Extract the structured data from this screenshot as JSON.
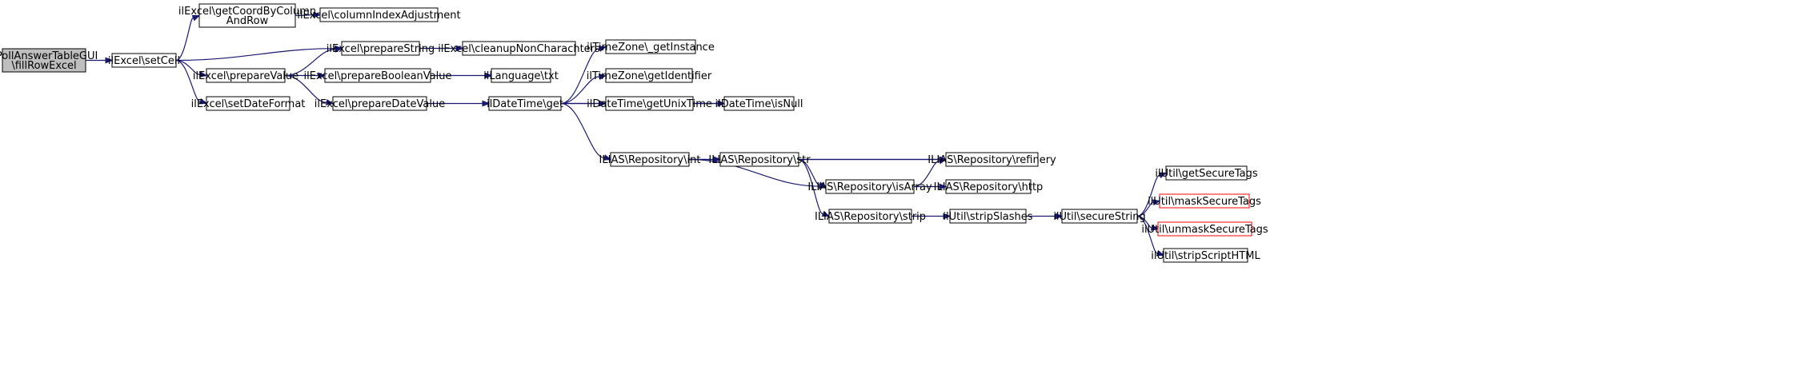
{
  "colors": {
    "edge": "#191970",
    "root_fill": "#bfbfbf",
    "node_stroke": "#000000",
    "truncated_stroke": "#ff0000",
    "node_fill": "#ffffff"
  },
  "nodes": [
    {
      "id": "fillRowExcel",
      "lines": [
        "ilPollAnswerTableGUI",
        "\\fillRowExcel"
      ],
      "kind": "root"
    },
    {
      "id": "setCell",
      "lines": [
        "ilExcel\\setCell"
      ]
    },
    {
      "id": "getCoordByColumnAndRow",
      "lines": [
        "ilExcel\\getCoordByColumn",
        "AndRow"
      ]
    },
    {
      "id": "prepareString",
      "lines": [
        "ilExcel\\prepareString"
      ]
    },
    {
      "id": "prepareValue",
      "lines": [
        "ilExcel\\prepareValue"
      ]
    },
    {
      "id": "setDateFormat",
      "lines": [
        "ilExcel\\setDateFormat"
      ]
    },
    {
      "id": "columnIndexAdjustment",
      "lines": [
        "ilExcel\\columnIndexAdjustment"
      ]
    },
    {
      "id": "cleanupNonCharachters",
      "lines": [
        "ilExcel\\cleanupNonCharachters"
      ]
    },
    {
      "id": "prepareBooleanValue",
      "lines": [
        "ilExcel\\prepareBooleanValue"
      ]
    },
    {
      "id": "prepareDateValue",
      "lines": [
        "ilExcel\\prepareDateValue"
      ]
    },
    {
      "id": "languageTxt",
      "lines": [
        "ilLanguage\\txt"
      ]
    },
    {
      "id": "dateTimeGet",
      "lines": [
        "ilDateTime\\get"
      ]
    },
    {
      "id": "tzGetInstance",
      "lines": [
        "ilTimeZone\\_getInstance"
      ]
    },
    {
      "id": "tzGetIdentifier",
      "lines": [
        "ilTimeZone\\getIdentifier"
      ]
    },
    {
      "id": "getUnixTime",
      "lines": [
        "ilDateTime\\getUnixTime"
      ]
    },
    {
      "id": "isNull",
      "lines": [
        "ilDateTime\\isNull"
      ]
    },
    {
      "id": "repoInt",
      "lines": [
        "ILIAS\\Repository\\int"
      ]
    },
    {
      "id": "repoStr",
      "lines": [
        "ILIAS\\Repository\\str"
      ]
    },
    {
      "id": "repoRefinery",
      "lines": [
        "ILIAS\\Repository\\refinery"
      ]
    },
    {
      "id": "repoIsArray",
      "lines": [
        "ILIAS\\Repository\\isArray"
      ]
    },
    {
      "id": "repoHttp",
      "lines": [
        "ILIAS\\Repository\\http"
      ]
    },
    {
      "id": "repoStrip",
      "lines": [
        "ILIAS\\Repository\\strip"
      ]
    },
    {
      "id": "stripSlashes",
      "lines": [
        "ilUtil\\stripSlashes"
      ]
    },
    {
      "id": "secureString",
      "lines": [
        "ilUtil\\secureString"
      ]
    },
    {
      "id": "getSecureTags",
      "lines": [
        "ilUtil\\getSecureTags"
      ]
    },
    {
      "id": "maskSecureTags",
      "lines": [
        "ilUtil\\maskSecureTags"
      ],
      "kind": "truncated"
    },
    {
      "id": "unmaskSecureTags",
      "lines": [
        "ilUtil\\unmaskSecureTags"
      ],
      "kind": "truncated"
    },
    {
      "id": "stripScriptHTML",
      "lines": [
        "ilUtil\\stripScriptHTML"
      ]
    }
  ],
  "edges": [
    [
      "fillRowExcel",
      "setCell"
    ],
    [
      "setCell",
      "getCoordByColumnAndRow"
    ],
    [
      "setCell",
      "prepareString"
    ],
    [
      "setCell",
      "prepareValue"
    ],
    [
      "setCell",
      "setDateFormat"
    ],
    [
      "getCoordByColumnAndRow",
      "columnIndexAdjustment"
    ],
    [
      "prepareString",
      "cleanupNonCharachters"
    ],
    [
      "prepareValue",
      "prepareString"
    ],
    [
      "prepareValue",
      "prepareBooleanValue"
    ],
    [
      "prepareValue",
      "prepareDateValue"
    ],
    [
      "prepareBooleanValue",
      "languageTxt"
    ],
    [
      "prepareDateValue",
      "dateTimeGet"
    ],
    [
      "dateTimeGet",
      "tzGetInstance"
    ],
    [
      "dateTimeGet",
      "tzGetIdentifier"
    ],
    [
      "dateTimeGet",
      "getUnixTime"
    ],
    [
      "dateTimeGet",
      "isNull"
    ],
    [
      "dateTimeGet",
      "repoInt"
    ],
    [
      "getUnixTime",
      "isNull"
    ],
    [
      "repoInt",
      "repoStr"
    ],
    [
      "repoInt",
      "repoRefinery"
    ],
    [
      "repoInt",
      "repoIsArray"
    ],
    [
      "repoStr",
      "repoRefinery"
    ],
    [
      "repoStr",
      "repoIsArray"
    ],
    [
      "repoStr",
      "repoStrip"
    ],
    [
      "repoIsArray",
      "repoRefinery"
    ],
    [
      "repoIsArray",
      "repoHttp"
    ],
    [
      "repoStrip",
      "stripSlashes"
    ],
    [
      "stripSlashes",
      "secureString"
    ],
    [
      "secureString",
      "getSecureTags"
    ],
    [
      "secureString",
      "maskSecureTags"
    ],
    [
      "secureString",
      "unmaskSecureTags"
    ],
    [
      "secureString",
      "stripScriptHTML"
    ]
  ]
}
